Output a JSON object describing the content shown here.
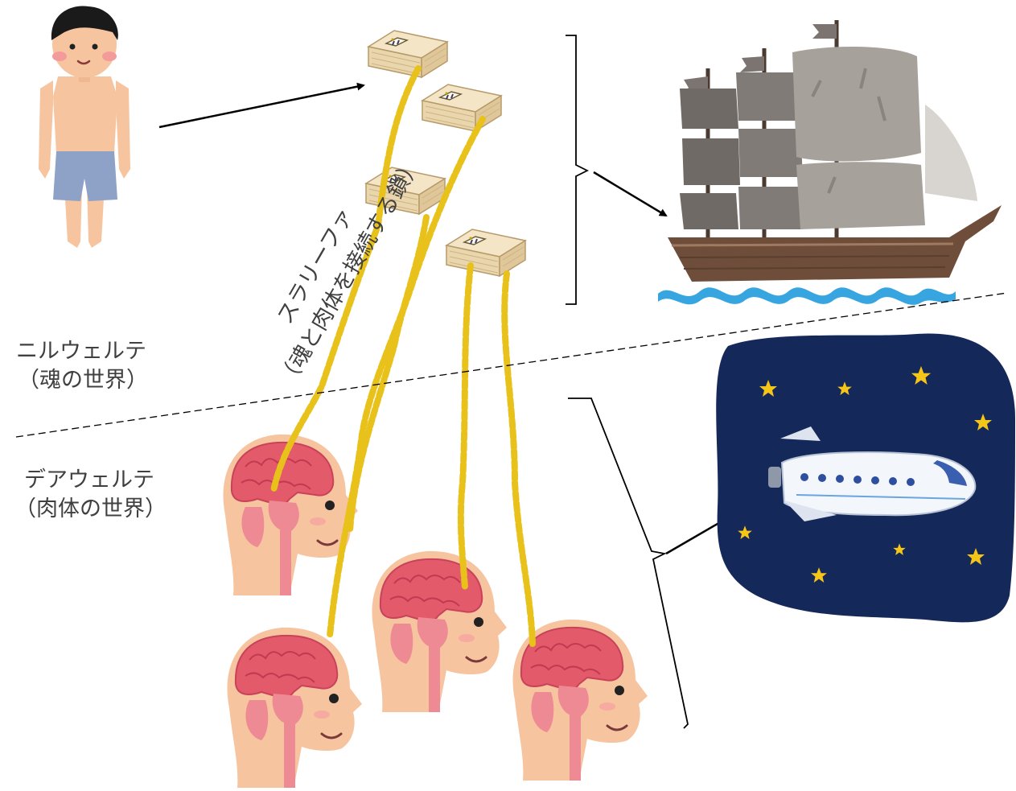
{
  "labels": {
    "soul_world": "ニルウェルテ",
    "soul_world_note": "（魂の世界）",
    "body_world": "デアウェルテ",
    "body_world_note": "（肉体の世界）",
    "chain": "スラリーファ",
    "chain_note": "（魂と肉体を接続する鎖）"
  },
  "icons": [
    "boy-figure",
    "wooden-box",
    "ghost-ship",
    "brain-head",
    "space-shuttle",
    "gold-chain"
  ],
  "colors": {
    "chain": "#e8c21a",
    "space": "#15285a",
    "skin": "#f7c6a0",
    "brain": "#e4566b",
    "box": "#f1e1bf",
    "sail": "#8a8480",
    "hull": "#7a5a45",
    "water": "#37a6e0"
  }
}
